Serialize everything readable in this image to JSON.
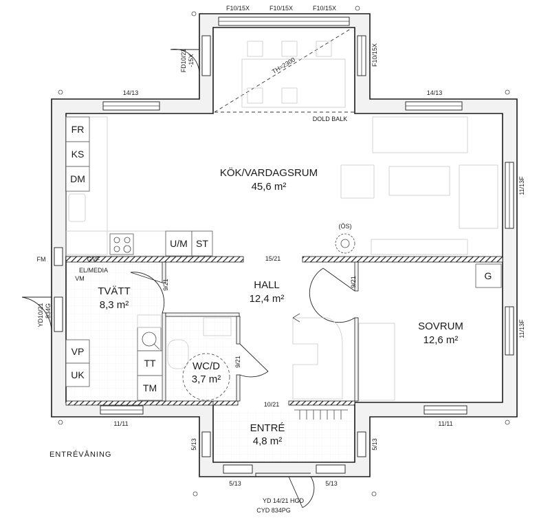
{
  "rooms": {
    "kitchen_living": {
      "name": "KÖK/VARDAGSRUM",
      "area": "45,6 m²"
    },
    "hall": {
      "name": "HALL",
      "area": "12,4 m²"
    },
    "laundry": {
      "name": "TVÄTT",
      "area": "8,3 m²"
    },
    "bedroom": {
      "name": "SOVRUM",
      "area": "12,6 m²"
    },
    "wc": {
      "name": "WC/D",
      "area": "3,7 m²"
    },
    "entrance": {
      "name": "ENTRÉ",
      "area": "4,8 m²"
    }
  },
  "fixtures": {
    "fr": "FR",
    "ks": "KS",
    "dm": "DM",
    "um": "U/M",
    "st": "ST",
    "vp": "VP",
    "uk": "UK",
    "tt": "TT",
    "tm": "TM",
    "g": "G"
  },
  "labels": {
    "window_top_1": "F10/15X",
    "window_top_2": "F10/15X",
    "window_top_3": "F10/15X",
    "window_right_bay": "F10/15X",
    "window_left_top": "14/13",
    "window_right_top": "14/13",
    "window_right_1": "11/13F",
    "window_right_2": "11/13F",
    "window_bottom_left": "11/11",
    "window_bottom_right": "11/11",
    "entry_left_side": "5/13",
    "entry_right_side": "5/13",
    "entry_bottom_left": "5/13",
    "entry_bottom_right": "5/13",
    "balcony_door_1": "FD10/21",
    "balcony_door_2": "-15X",
    "terrace_door_1": "YD10/21",
    "terrace_door_2": "834G",
    "front_door_1": "YD 14/21 HGD",
    "front_door_2": "CYD 834PG",
    "door_hall_top": "15/21",
    "door_laundry": "9/21",
    "door_bedroom": "9/21",
    "door_wc": "9/21",
    "door_entrance": "10/21",
    "ceiling_height": "TH=2300",
    "hidden_beam": "DOLD BALK",
    "gvf": "GVF",
    "el_media": "EL/MEDIA",
    "vm": "VM",
    "fm": "FM",
    "os": "(ÖS)",
    "level": "ENTRÉVÅNING"
  },
  "colors": {
    "wall_fill": "#f2f2f2",
    "line": "#1a1a1a",
    "furniture": "#c8c8c8"
  }
}
